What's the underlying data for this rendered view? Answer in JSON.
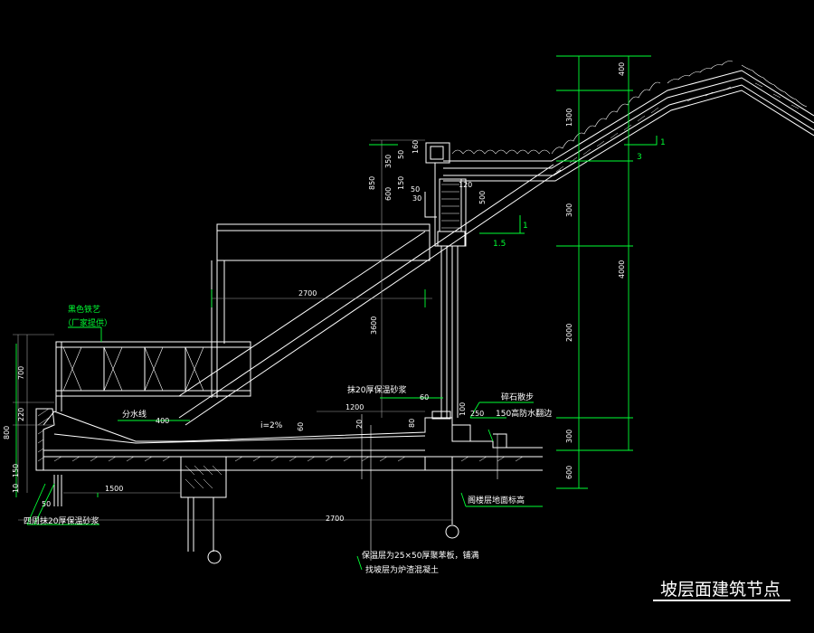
{
  "title": "坡层面建筑节点",
  "annotations": {
    "color_glass": "黑色铁艺",
    "manufacturer": "（厂家提供）",
    "dividing_line": "分水线",
    "slope": "i=2%",
    "insulation_mortar": "抹20厚保温砂浆",
    "gravel": "碎石散步",
    "waterproof": "150高防水翻边",
    "inner_insulation": "四周抹20厚保温砂浆",
    "roof_floor": "阁楼层地面标高",
    "note1": "保温层为25×50厚聚苯板，铺满",
    "note2": "找坡层为炉渣混凝土"
  },
  "dims": {
    "d400_top": "400",
    "d1300": "1300",
    "d4000": "4000",
    "d300a": "300",
    "d2000": "2000",
    "d300b": "300",
    "d600": "600",
    "d350": "350",
    "d850": "850",
    "d600b": "600",
    "d50a": "50",
    "d150": "150",
    "d160": "160",
    "d50b": "50",
    "d30": "30",
    "d120": "120",
    "d500": "500",
    "d2700_top": "2700",
    "d3600": "3600",
    "d700": "700",
    "d220": "220",
    "d800": "800",
    "d150l": "150",
    "d10": "10",
    "d400_mid": "400",
    "d1500": "1500",
    "d1200": "1200",
    "d60": "60",
    "d80": "80",
    "d100": "100",
    "d250": "250",
    "d2700_bot": "2700",
    "d60b": "60",
    "d50c": "50",
    "d20": "20"
  },
  "slope_marks": {
    "upper_a": "1",
    "upper_b": "3",
    "mid_a": "1",
    "mid_b": "1.5"
  }
}
